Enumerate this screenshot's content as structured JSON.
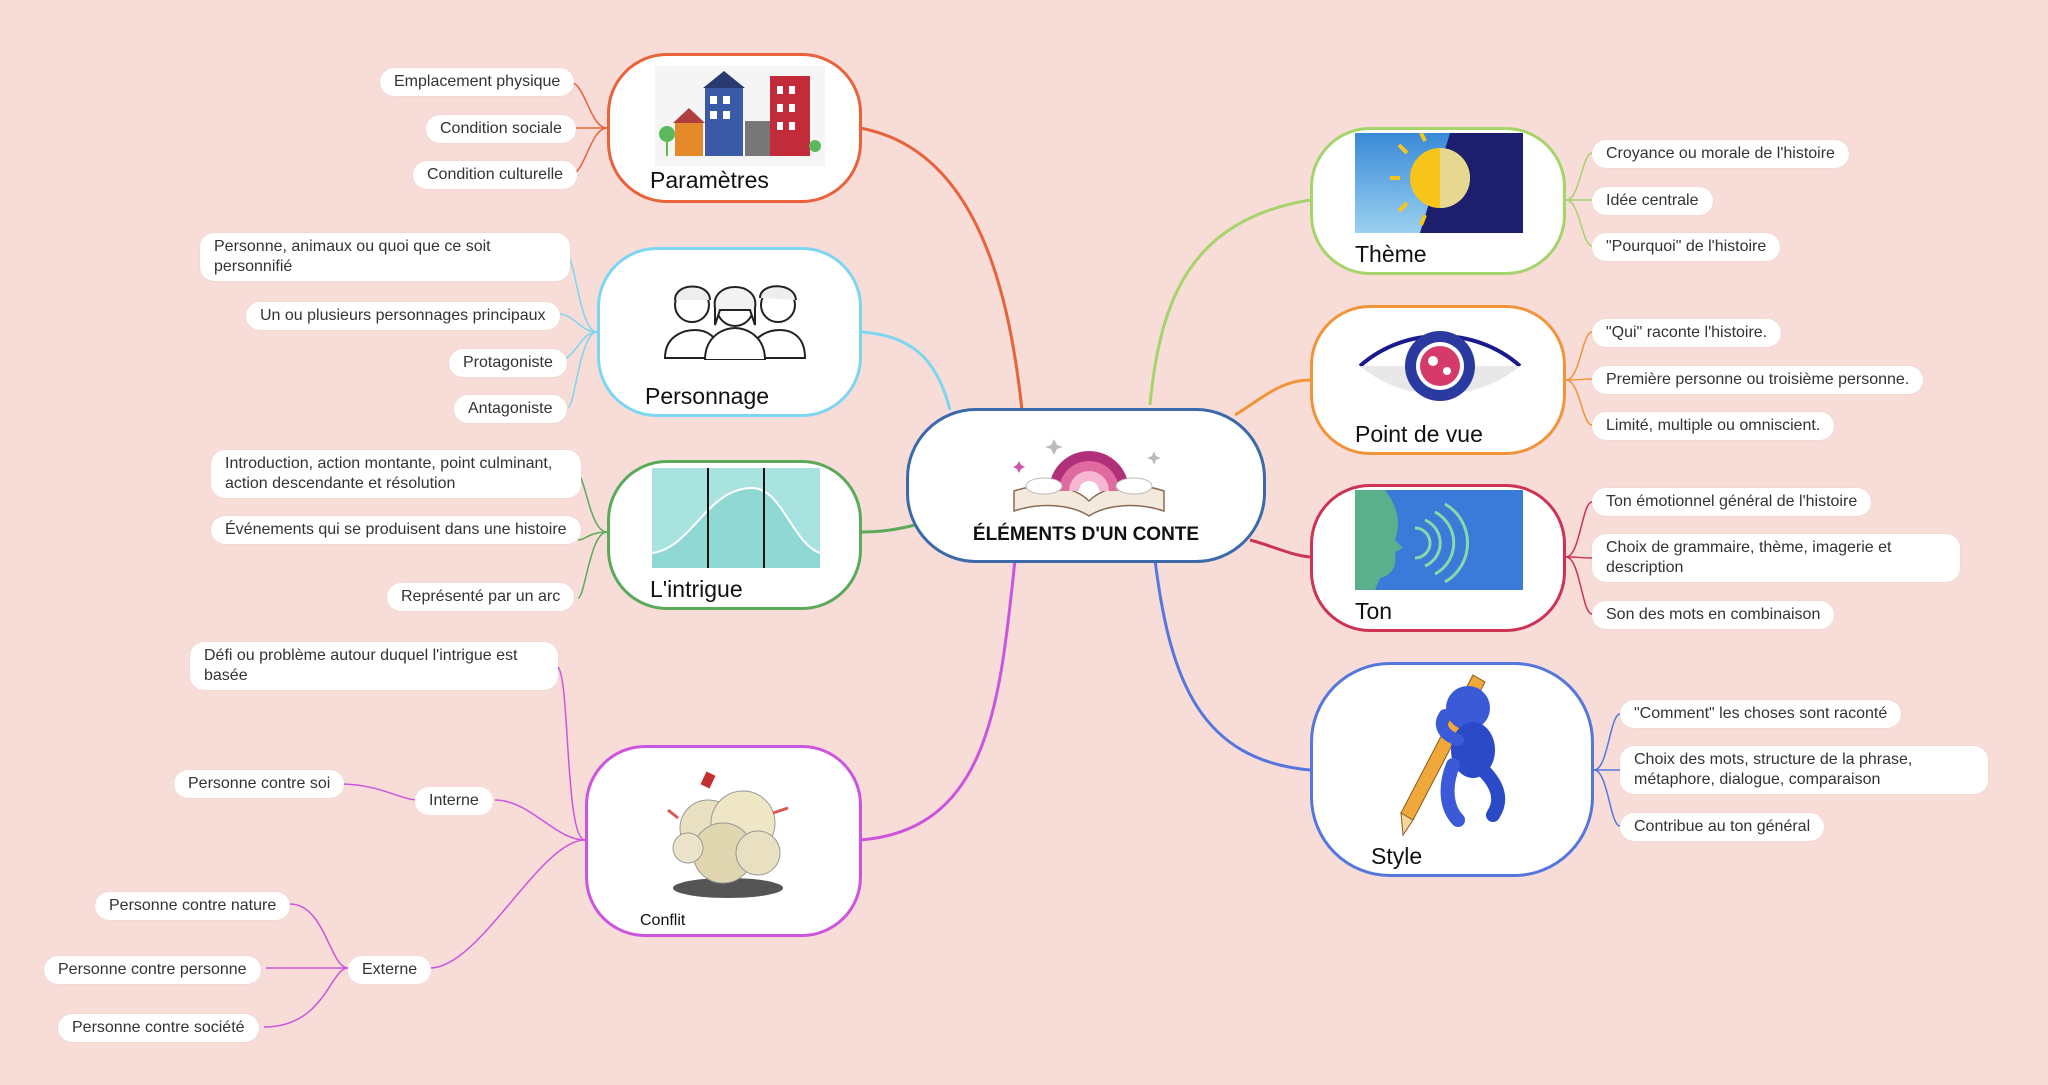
{
  "center": {
    "title": "ÉLÉMENTS D'UN CONTE"
  },
  "colors": {
    "parametres": "#e8633a",
    "personnage": "#7dd6f0",
    "intrigue": "#5aaa5a",
    "conflit": "#cc55dd",
    "theme": "#a5d46a",
    "point_de_vue": "#f0953a",
    "ton": "#cc3355",
    "style": "#5577dd",
    "center": "#3a6aaa"
  },
  "branches": {
    "parametres": {
      "label": "Paramètres",
      "icon": "buildings-icon",
      "items": [
        "Emplacement physique",
        "Condition sociale",
        "Condition culturelle"
      ]
    },
    "personnage": {
      "label": "Personnage",
      "icon": "people-icon",
      "items": [
        "Personne, animaux ou quoi que ce soit personnifié",
        "Un ou plusieurs personnages principaux",
        "Protagoniste",
        "Antagoniste"
      ]
    },
    "intrigue": {
      "label": "L'intrigue",
      "icon": "plot-arc-icon",
      "items": [
        "Introduction, action montante, point culminant, action descendante et résolution",
        "Événements qui se produisent dans une histoire",
        "Représenté par un arc"
      ]
    },
    "conflit": {
      "label": "Conflit",
      "icon": "fight-cloud-icon",
      "top_item": "Défi ou problème autour duquel l'intrigue est basée",
      "interne": {
        "label": "Interne",
        "items": [
          "Personne contre soi"
        ]
      },
      "externe": {
        "label": "Externe",
        "items": [
          "Personne contre nature",
          "Personne contre personne",
          "Personne contre société"
        ]
      }
    },
    "theme": {
      "label": "Thème",
      "icon": "sun-moon-icon",
      "items": [
        "Croyance ou morale de l'histoire",
        "Idée centrale",
        "\"Pourquoi\" de l'histoire"
      ]
    },
    "point_de_vue": {
      "label": "Point de vue",
      "icon": "eye-icon",
      "items": [
        "\"Qui\" raconte l'histoire.",
        "Première personne ou troisième personne.",
        "Limité, multiple ou omniscient."
      ]
    },
    "ton": {
      "label": "Ton",
      "icon": "speaking-head-icon",
      "items": [
        "Ton émotionnel général de l'histoire",
        "Choix de grammaire, thème, imagerie et description",
        "Son des mots en combinaison"
      ]
    },
    "style": {
      "label": "Style",
      "icon": "pencil-figure-icon",
      "items": [
        "\"Comment\" les choses sont raconté",
        "Choix des mots, structure de la phrase, métaphore, dialogue, comparaison",
        "Contribue au ton général"
      ]
    }
  }
}
